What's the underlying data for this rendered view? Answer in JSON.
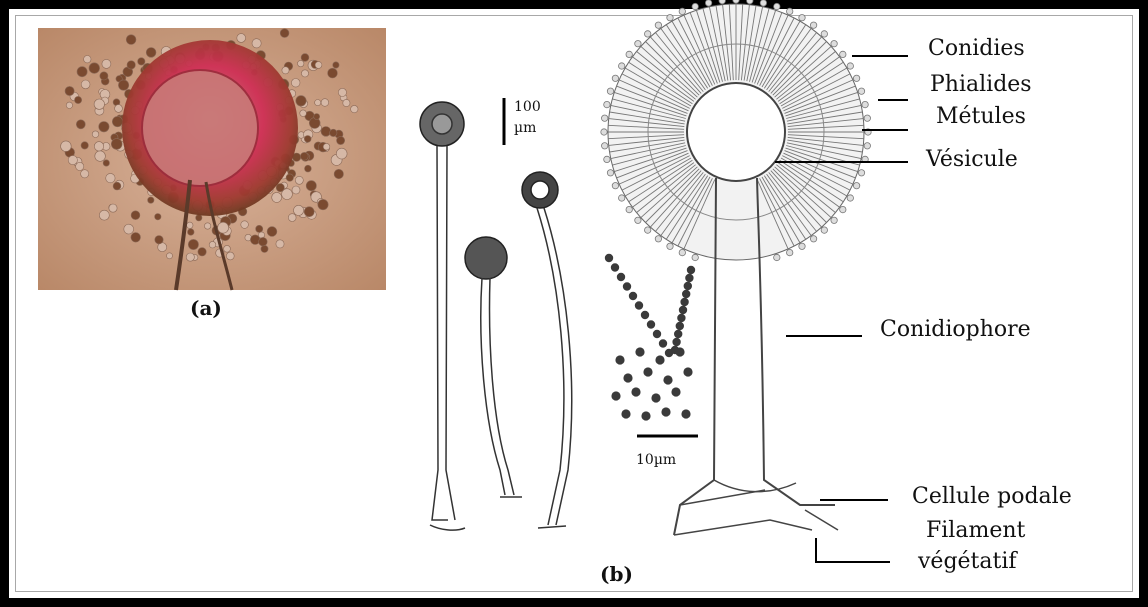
{
  "panels": {
    "a": "(a)",
    "b": "(b)"
  },
  "scale_bars": {
    "large": "100\nµm",
    "large_line1": "100",
    "large_line2": "µm",
    "small": "10µm"
  },
  "labels": {
    "conidies": "Conidies",
    "phialides": "Phialides",
    "metules": "Métules",
    "vesicule": "Vésicule",
    "conidiophore": "Conidiophore",
    "cellule_podale": "Cellule podale",
    "filament_line1": "Filament",
    "filament_line2": "végétatif"
  },
  "colors": {
    "frame": "#000000",
    "photo_background": "#c99a7e",
    "photo_stain": "#c81e4a",
    "ink": "#222222"
  }
}
